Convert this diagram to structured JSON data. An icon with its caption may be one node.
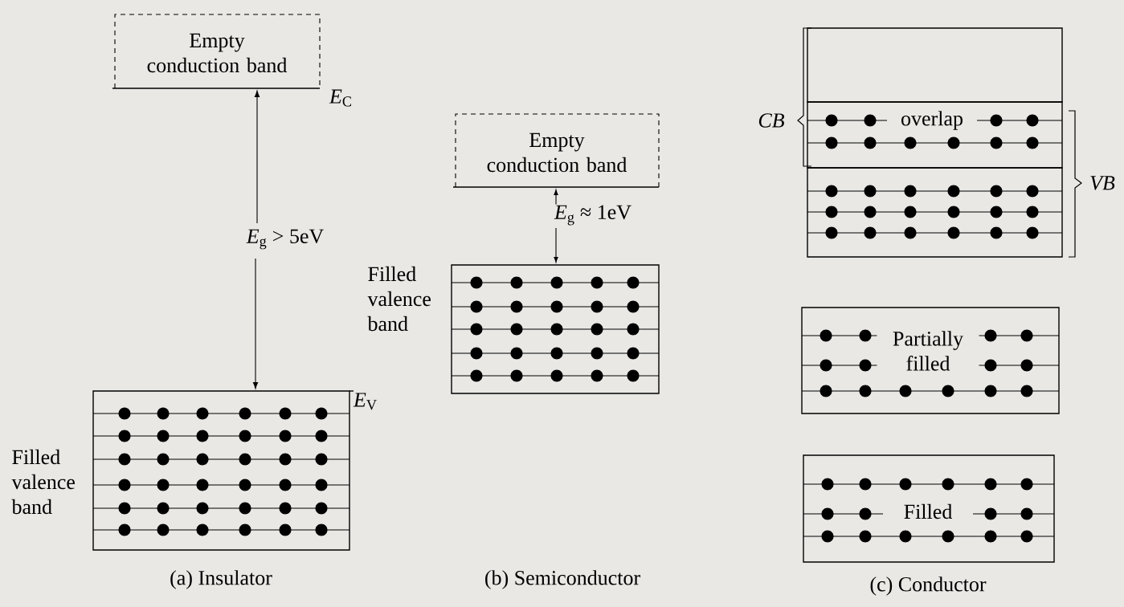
{
  "diagram": {
    "nodes": [
      {
        "text": [
          "Empty conduction band"
        ],
        "beside": [
          "*E*$_{C}$"
        ]
      },
      {
        "text": [],
        "shape": "box",
        "beside": [
          "Filled valence band",
          "*E*$_{V}$"
        ]
      },
      {
        "text": [
          "Empty conduction band"
        ]
      },
      {
        "text": [],
        "shape": "box",
        "beside": [
          "Filled valence band"
        ]
      },
      {
        "text": [],
        "shape": "box"
      },
      {
        "text": [
          "overlap"
        ]
      },
      {
        "text": [],
        "shape": "box"
      },
      {
        "text": [
          "Partially filled"
        ]
      },
      {
        "text": [
          "Filled"
        ]
      }
    ],
    "labels": [
      "*E*$_{g}$ > 5eV",
      "*E*$_{g}$ ≈ 1eV",
      "CB",
      "VB",
      "(a) Insulator",
      "(b) Semiconductor",
      "(c) Conductor"
    ]
  }
}
